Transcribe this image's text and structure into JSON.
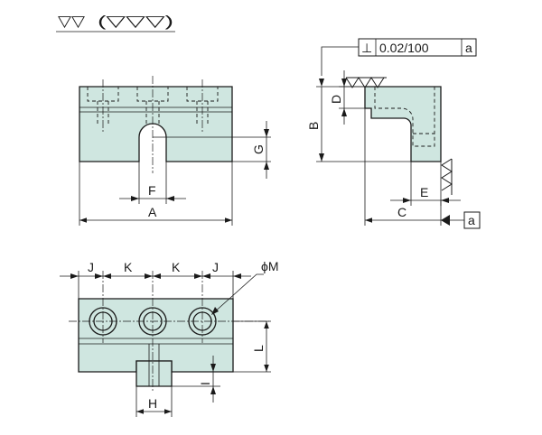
{
  "surface_finish": {
    "main_symbol": "▽▽",
    "other_symbol": "(▽▽▽)"
  },
  "front_view": {
    "dim_a": "A",
    "dim_f": "F",
    "dim_g": "G"
  },
  "side_view": {
    "dim_b": "B",
    "dim_c": "C",
    "dim_d": "D",
    "dim_e": "E",
    "tolerance": {
      "symbol": "⊥",
      "value": "0.02/100",
      "datum": "a"
    },
    "datum_label": "a"
  },
  "top_view": {
    "dim_j_left": "J",
    "dim_k_left": "K",
    "dim_k_right": "K",
    "dim_j_right": "J",
    "dim_m": "ϕM",
    "dim_l": "L",
    "dim_i": "I",
    "dim_h": "H"
  }
}
